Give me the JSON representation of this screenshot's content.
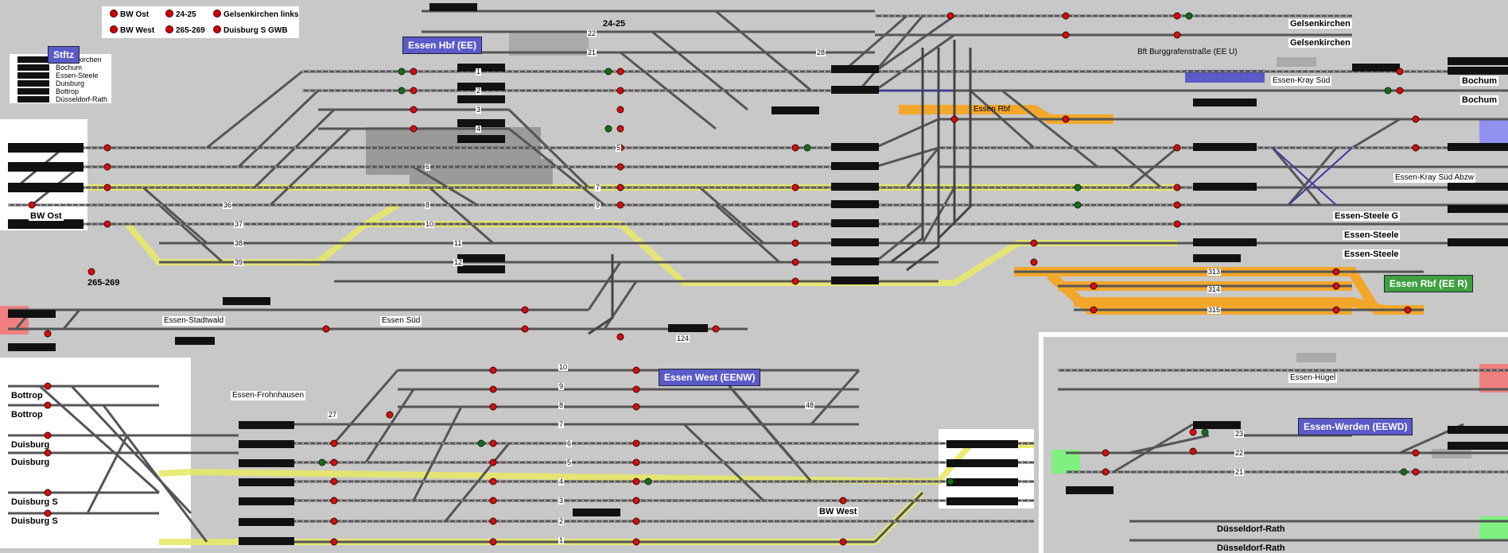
{
  "legend": [
    {
      "label": "BW Ost"
    },
    {
      "label": "24-25"
    },
    {
      "label": "Gelsenkirchen links"
    },
    {
      "label": "BW West"
    },
    {
      "label": "265-269"
    },
    {
      "label": "Duisburg S GWB"
    }
  ],
  "stations": {
    "stftz": "Stftz",
    "essen_hbf": "Essen Hbf (EE)",
    "essen_west": "Essen West (EENW)",
    "essen_rbf": "Essen Rbf (EE R)",
    "essen_werden": "Essen-Werden (EEWD)"
  },
  "directions_box": [
    "Gelsenkirchen",
    "Bochum",
    "Essen-Steele",
    "Duisburg",
    "Bottrop",
    "Düsseldorf-Rath"
  ],
  "end_labels": {
    "gelsenkirchen_1": "Gelsenkirchen",
    "gelsenkirchen_2": "Gelsenkirchen",
    "bochum_1": "Bochum",
    "bochum_2": "Bochum",
    "essen_steele_g": "Essen-Steele G",
    "essen_steele_1": "Essen-Steele",
    "essen_steele_2": "Essen-Steele",
    "bw_ost": "BW Ost",
    "bw_west": "BW West",
    "num_265_269": "265-269",
    "num_24_25": "24-25",
    "bottrop_1": "Bottrop",
    "bottrop_2": "Bottrop",
    "duisburg_1": "Duisburg",
    "duisburg_2": "Duisburg",
    "duisburg_s_1": "Duisburg S",
    "duisburg_s_2": "Duisburg S",
    "duesseldorf_rath_1": "Düsseldorf-Rath",
    "duesseldorf_rath_2": "Düsseldorf-Rath"
  },
  "place_labels": {
    "bft_burggrafen": "Bft Burggrafenstraße (EE U)",
    "essen_kray_sued": "Essen-Kray Süd",
    "essen_kray_sued_abzw": "Essen-Kray Süd Abzw",
    "essen_rbf_small": "Essen Rbf",
    "essen_stadtwald": "Essen-Stadtwald",
    "essen_sued": "Essen Süd",
    "essen_frohnhausen": "Essen-Frohnhausen",
    "essen_huegel": "Essen-Hügel"
  },
  "track_numbers": {
    "hbf": [
      "1",
      "2",
      "3",
      "4",
      "5",
      "6",
      "7",
      "8",
      "9",
      "10",
      "11",
      "12"
    ],
    "hbf_west": [
      "36",
      "37",
      "38",
      "39"
    ],
    "top": [
      "21",
      "22",
      "28"
    ],
    "rbf": [
      "313",
      "314",
      "315"
    ],
    "west": [
      "10",
      "9",
      "8",
      "7",
      "6",
      "5",
      "4",
      "3",
      "2",
      "1",
      "27",
      "48"
    ],
    "werden": [
      "23",
      "22",
      "21"
    ],
    "misc": [
      "124"
    ]
  },
  "colors": {
    "background": "#c8c8c8",
    "track": "#555555",
    "occupied_yellow": "#e8e86a",
    "occupied_orange": "#f5a623",
    "signal_red": "#d01010",
    "station_blue": "#5a5ac8",
    "station_green": "#3ea040",
    "block_black": "#111111",
    "edge_red": "#f08080",
    "edge_green": "#80f080"
  }
}
